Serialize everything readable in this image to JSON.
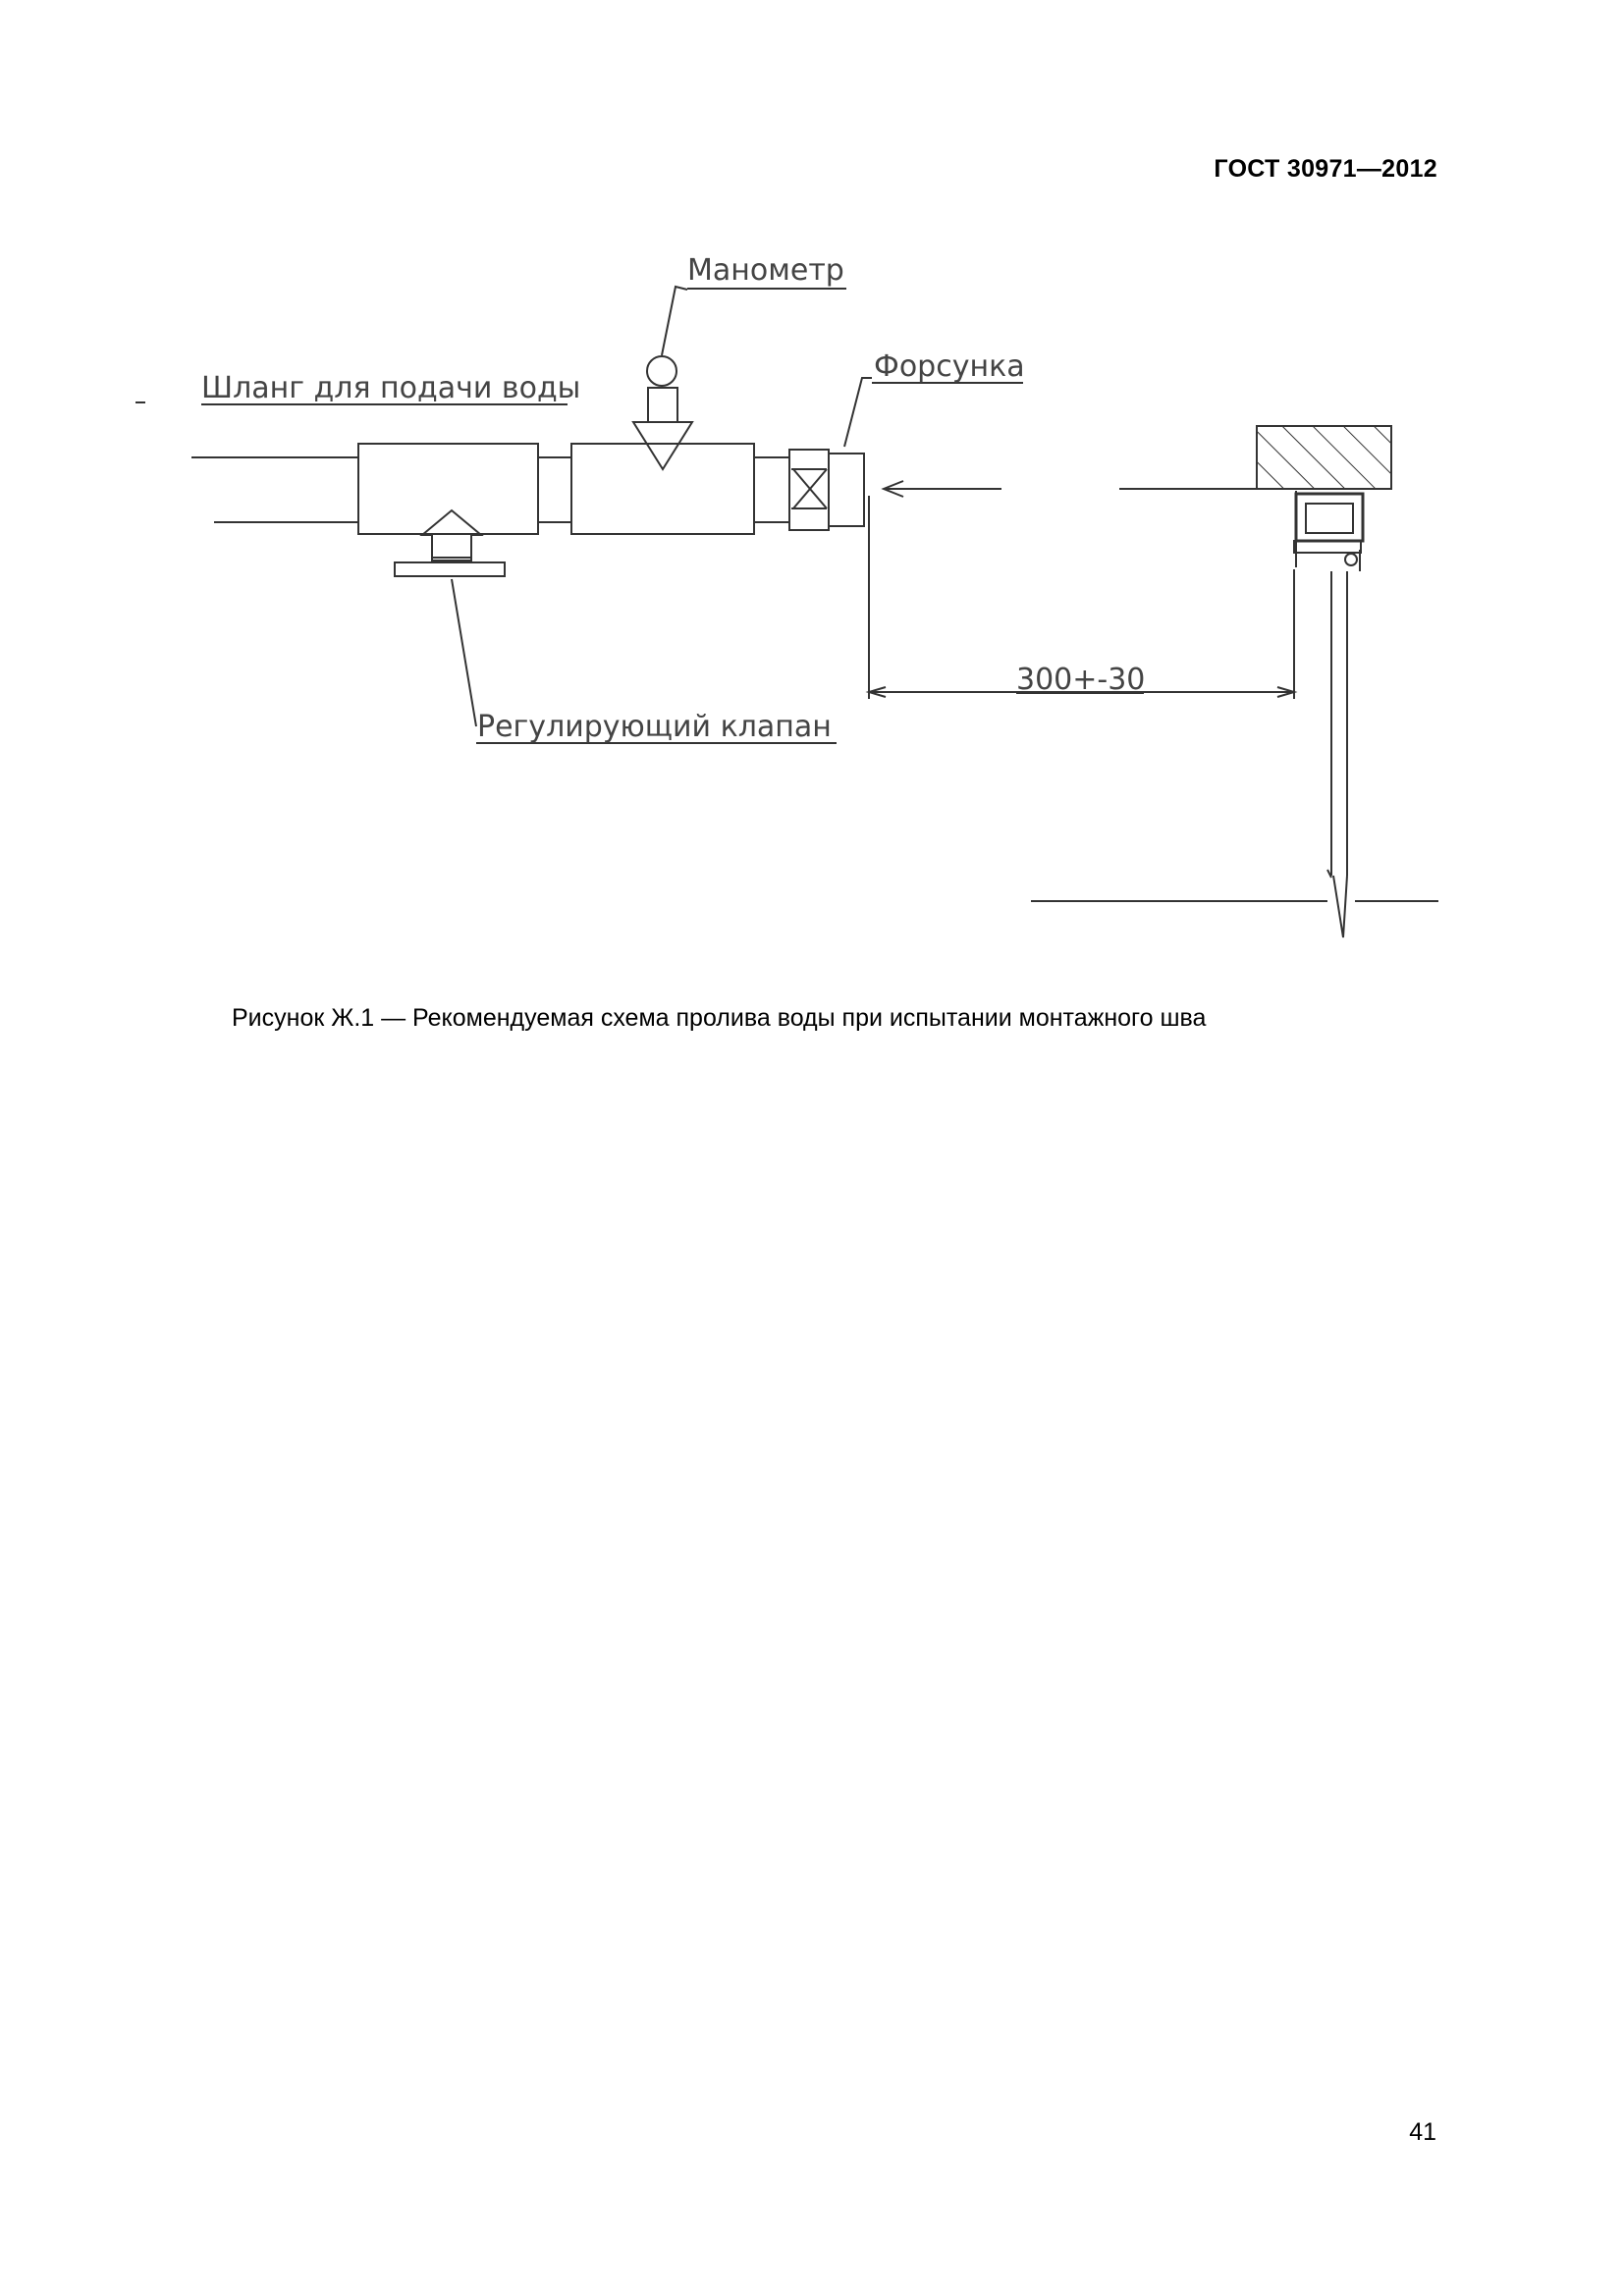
{
  "header": {
    "doc_id": "ГОСТ 30971—2012"
  },
  "figure": {
    "labels": {
      "gauge": "Манометр",
      "hose": "Шланг для подачи воды",
      "nozzle": "Форсунка",
      "valve": "Регулирующий клапан",
      "distance": "300+-30"
    },
    "caption": "Рисунок Ж.1 — Рекомендуемая схема пролива воды при испытании монтажного шва"
  },
  "footer": {
    "page_number": "41"
  }
}
